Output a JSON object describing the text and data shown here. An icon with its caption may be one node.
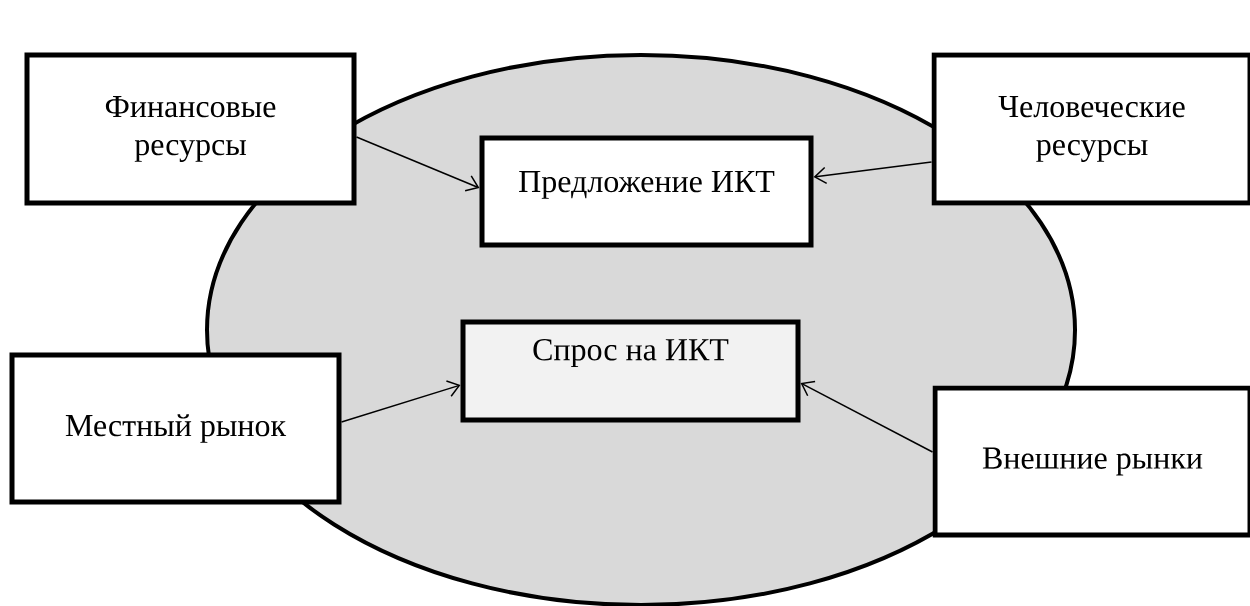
{
  "diagram": {
    "nodes": [
      {
        "text": [],
        "shape": "ellipse"
      },
      {
        "text": [
          "Финансовые ресурсы"
        ]
      },
      {
        "text": [
          "Предложение ИКТ"
        ],
        "in": 0
      },
      {
        "text": [
          "Человеческие ресурсы"
        ]
      },
      {
        "text": [
          "Местный рынок"
        ]
      },
      {
        "text": [
          "Спрос на ИКТ"
        ],
        "in": 0
      },
      {
        "text": [
          "Внешние рынки"
        ]
      }
    ],
    "edges": [
      {
        "from": 1,
        "to": 2,
        "arrow": "to"
      },
      {
        "from": 3,
        "to": 2,
        "arrow": "to"
      },
      {
        "from": 4,
        "to": 5,
        "arrow": "to"
      },
      {
        "from": 6,
        "to": 5,
        "arrow": "to"
      }
    ]
  }
}
